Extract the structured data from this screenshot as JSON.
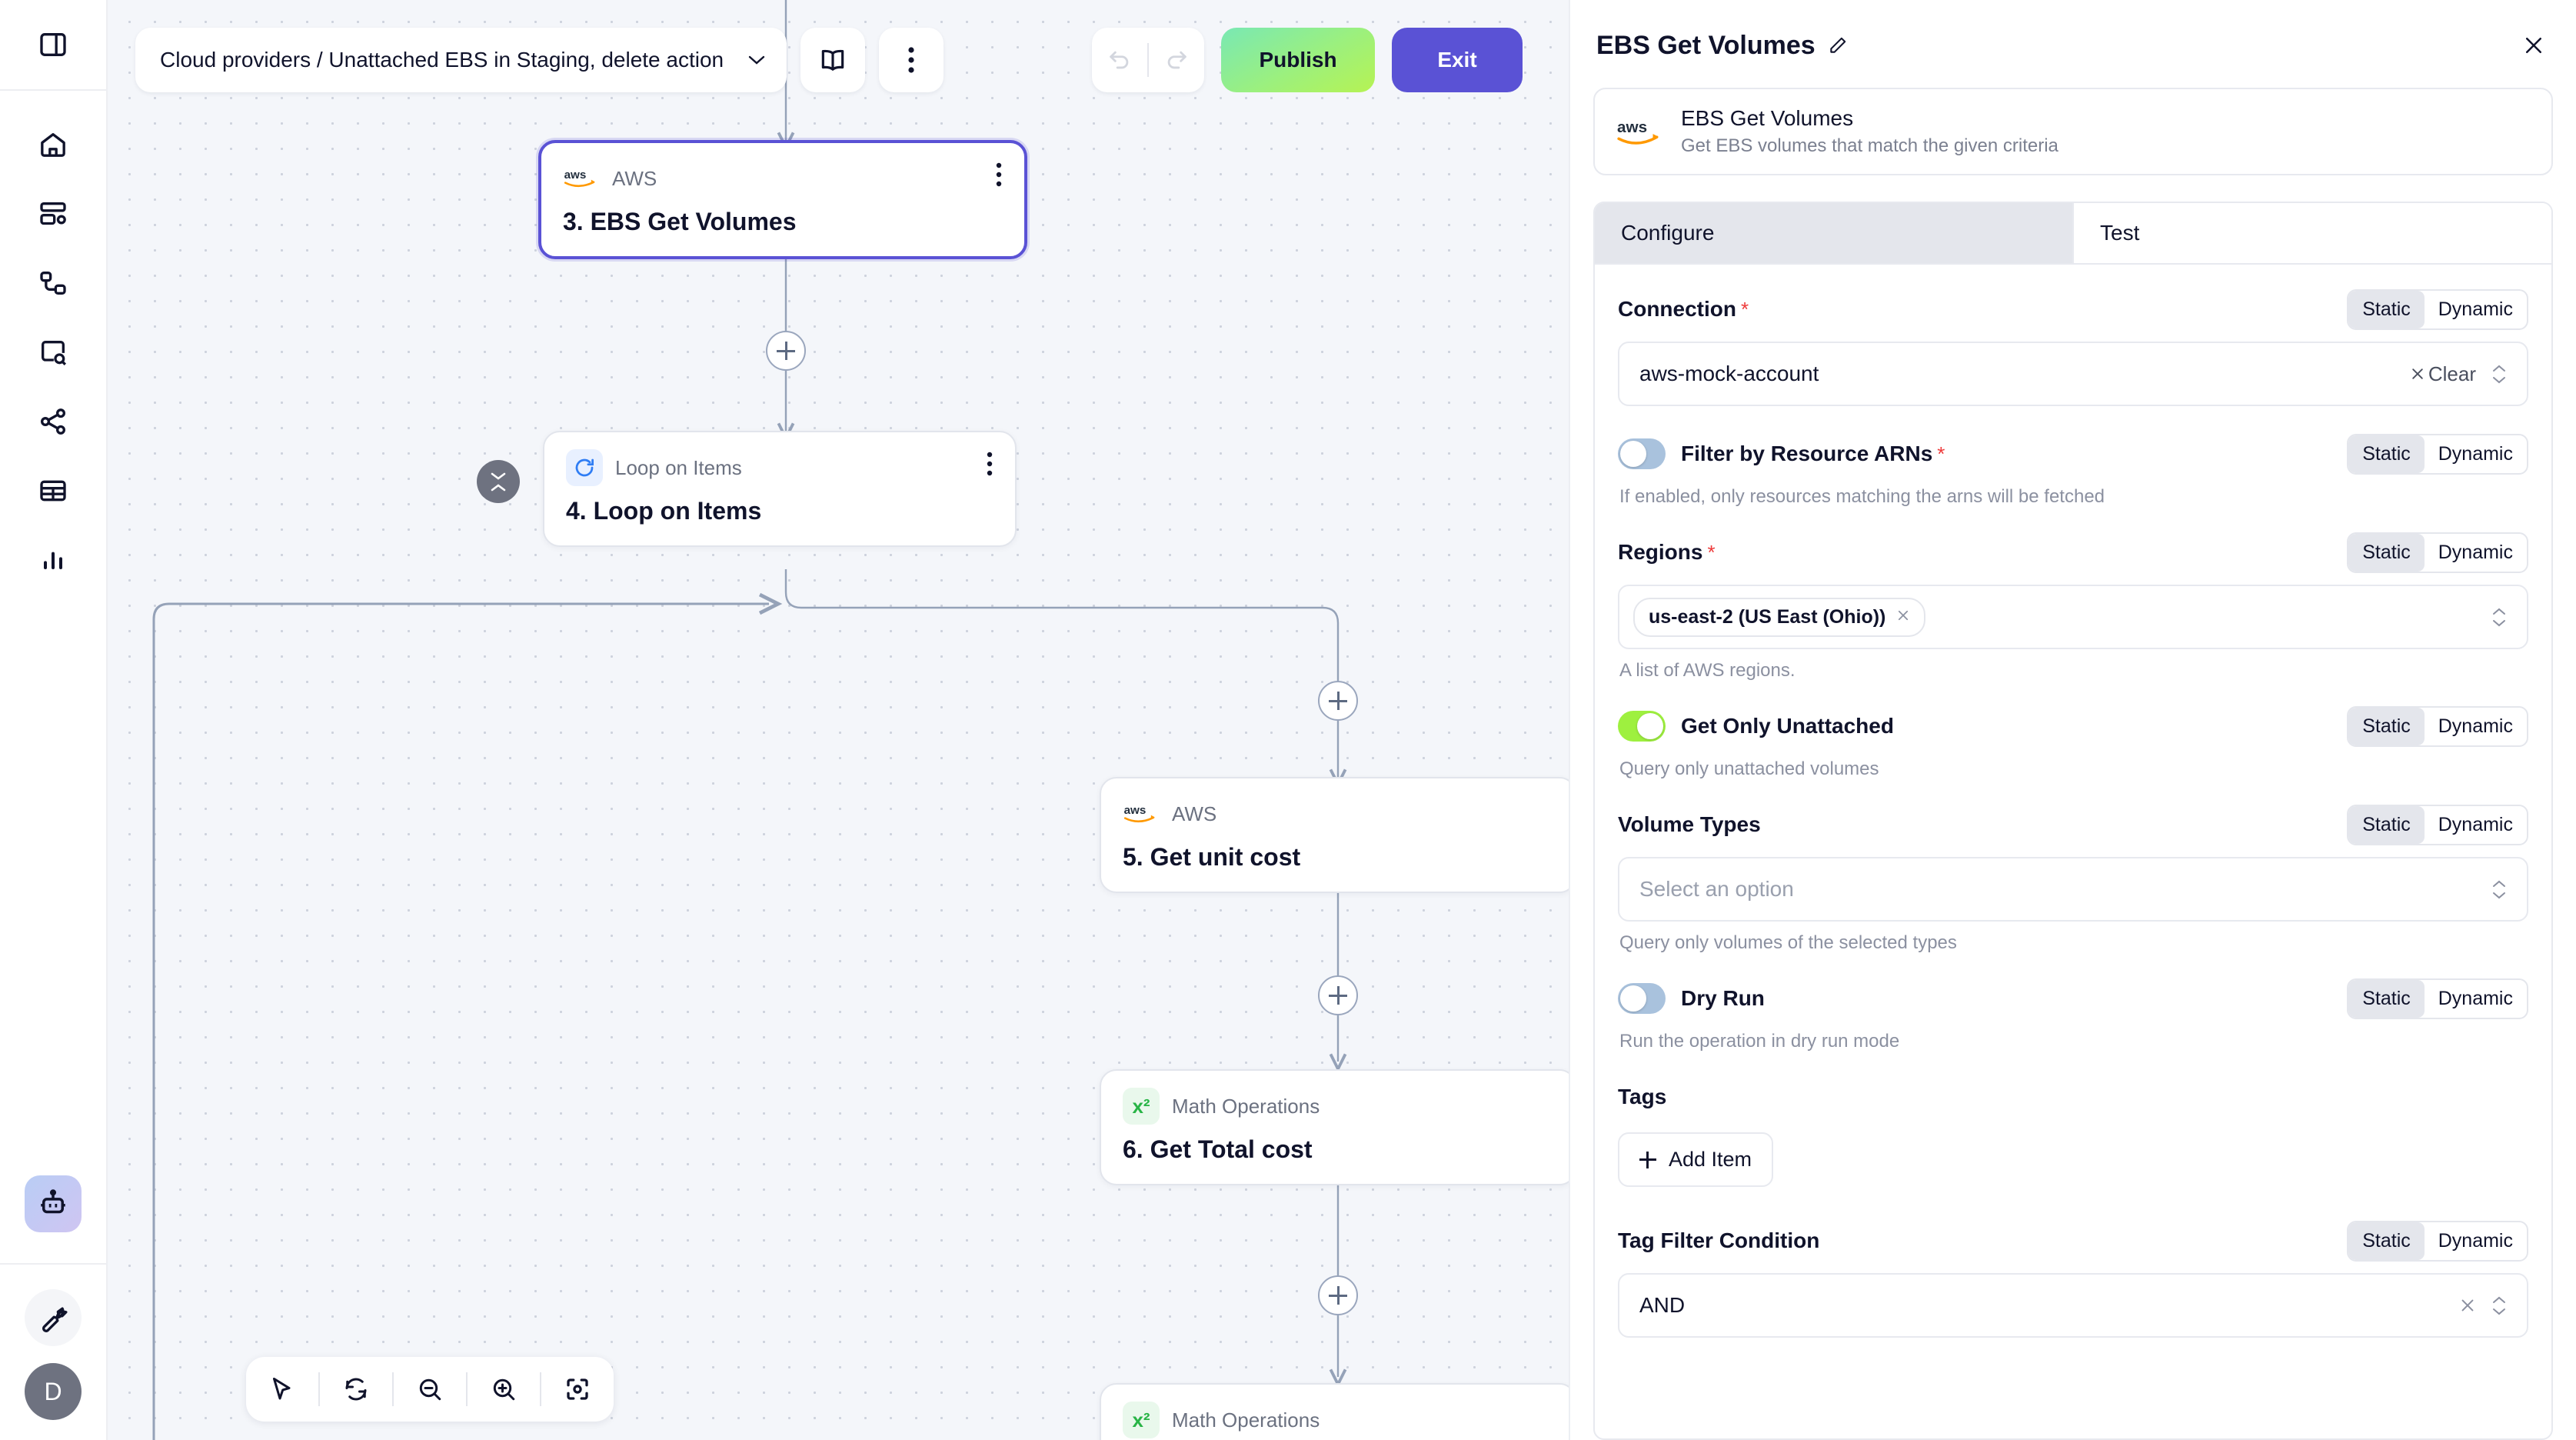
{
  "rail": {
    "toggle": {
      "name": "panel-toggle-icon"
    },
    "items": [
      {
        "name": "home-icon",
        "label": "Home"
      },
      {
        "name": "dashboard-settings-icon",
        "label": "Dashboards"
      },
      {
        "name": "workflows-icon",
        "label": "Workflows"
      },
      {
        "name": "inventory-search-icon",
        "label": "Inventory"
      },
      {
        "name": "share-nodes-icon",
        "label": "Integrations"
      },
      {
        "name": "table-icon",
        "label": "Tables"
      },
      {
        "name": "bar-chart-icon",
        "label": "Reports"
      }
    ],
    "agent": {
      "name": "robot-icon"
    },
    "wrench": {
      "name": "wrench-icon"
    },
    "avatar_initial": "D"
  },
  "topbar": {
    "breadcrumb": "Cloud providers / Unattached EBS in Staging, delete action",
    "docs_icon": "book-icon",
    "more_icon": "vertical-dots-icon",
    "undo_icon": "undo-icon",
    "redo_icon": "redo-icon",
    "publish_label": "Publish",
    "exit_label": "Exit",
    "publish_color": "#9cf07d",
    "exit_color": "#5a52d5"
  },
  "canvas": {
    "nodes": [
      {
        "id": "n3",
        "kind": "AWS",
        "badge": "aws",
        "title": "3. EBS Get Volumes",
        "selected": true
      },
      {
        "id": "n4",
        "kind": "Loop on Items",
        "badge": "loop",
        "title": "4. Loop on Items",
        "selected": false
      },
      {
        "id": "n5",
        "kind": "AWS",
        "badge": "aws",
        "title": "5. Get unit cost",
        "selected": false
      },
      {
        "id": "n6",
        "kind": "Math Operations",
        "badge": "math",
        "title": "6. Get Total cost",
        "selected": false
      },
      {
        "id": "n7",
        "kind": "Math Operations",
        "badge": "math",
        "title": "",
        "selected": false
      }
    ],
    "math_glyph": "x²",
    "zoombar": [
      {
        "name": "cursor-select-icon"
      },
      {
        "name": "auto-layout-icon"
      },
      {
        "name": "zoom-out-icon"
      },
      {
        "name": "zoom-in-icon"
      },
      {
        "name": "fit-view-icon"
      }
    ]
  },
  "panel": {
    "title": "EBS Get Volumes",
    "edit_icon": "pencil-icon",
    "close_icon": "close-icon",
    "action": {
      "provider_icon": "aws-logo",
      "name": "EBS Get Volumes",
      "description": "Get EBS volumes that match the given criteria"
    },
    "tabs": [
      {
        "label": "Configure",
        "active": true
      },
      {
        "label": "Test",
        "active": false
      }
    ],
    "segmented": {
      "static": "Static",
      "dynamic": "Dynamic"
    },
    "fields": {
      "connection": {
        "label": "Connection",
        "required": true,
        "value": "aws-mock-account",
        "clear_label": "Clear",
        "mode": "Static"
      },
      "filter_arns": {
        "label": "Filter by Resource ARNs",
        "required": true,
        "enabled": false,
        "helper": "If enabled, only resources matching the arns will be fetched",
        "mode": "Static"
      },
      "regions": {
        "label": "Regions",
        "required": true,
        "chips": [
          "us-east-2 (US East (Ohio))"
        ],
        "helper": "A list of AWS regions.",
        "mode": "Static"
      },
      "get_only_unattached": {
        "label": "Get Only Unattached",
        "required": false,
        "enabled": true,
        "helper": "Query only unattached volumes",
        "mode": "Static"
      },
      "volume_types": {
        "label": "Volume Types",
        "required": false,
        "placeholder": "Select an option",
        "helper": "Query only volumes of the selected types",
        "mode": "Static"
      },
      "dry_run": {
        "label": "Dry Run",
        "required": false,
        "enabled": false,
        "helper": "Run the operation in dry run mode",
        "mode": "Static"
      },
      "tags": {
        "label": "Tags",
        "add_label": "Add Item"
      },
      "tag_filter_condition": {
        "label": "Tag Filter Condition",
        "value": "AND",
        "mode": "Static"
      }
    }
  }
}
